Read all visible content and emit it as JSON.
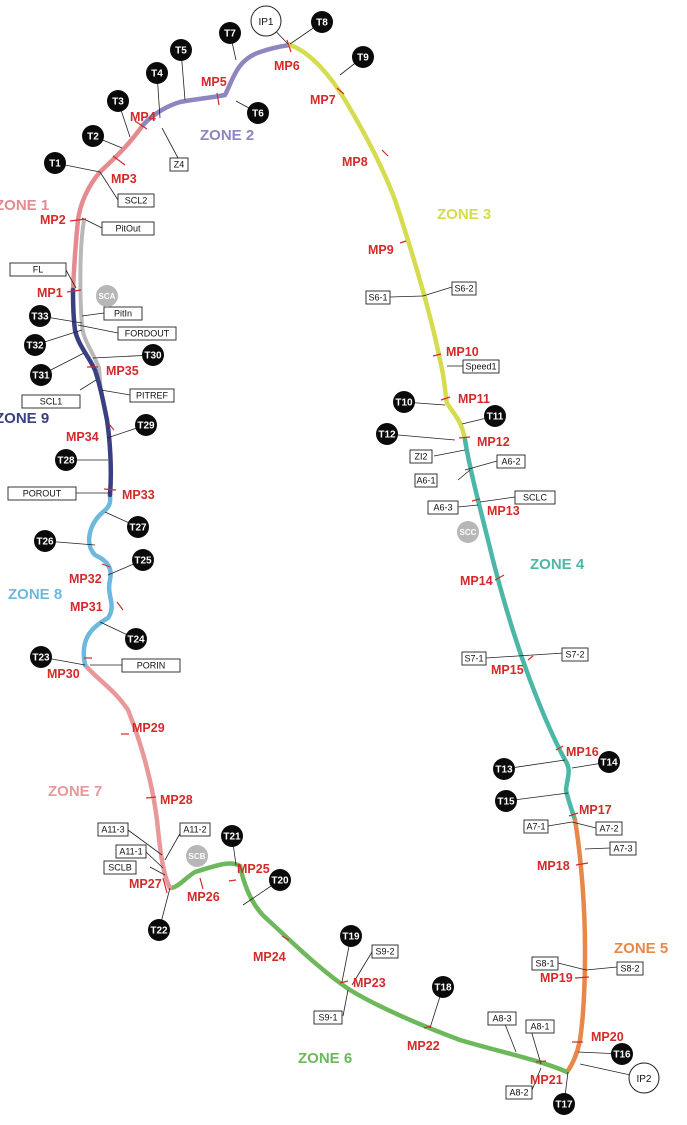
{
  "colors": {
    "zone1": "#e58a8f",
    "zone2": "#8f86bf",
    "zone3": "#d6dc4f",
    "zone4": "#4cb7a7",
    "zone5": "#e8874a",
    "zone6": "#6cb85a",
    "zone7": "#e9989a",
    "zone8": "#6db8dd",
    "zone9": "#3a3f82",
    "pitlane": "#b8b8b8",
    "marker": "#d42a2a"
  },
  "zones": [
    {
      "label": "ZONE 1"
    },
    {
      "label": "ZONE 2"
    },
    {
      "label": "ZONE 3"
    },
    {
      "label": "ZONE 4"
    },
    {
      "label": "ZONE 5"
    },
    {
      "label": "ZONE 6"
    },
    {
      "label": "ZONE 7"
    },
    {
      "label": "ZONE 8"
    },
    {
      "label": "ZONE 9"
    }
  ],
  "mini_points": [
    "MP1",
    "MP2",
    "MP3",
    "MP4",
    "MP5",
    "MP6",
    "MP7",
    "MP8",
    "MP9",
    "MP10",
    "MP11",
    "MP12",
    "MP13",
    "MP14",
    "MP15",
    "MP16",
    "MP17",
    "MP18",
    "MP19",
    "MP20",
    "MP21",
    "MP22",
    "MP23",
    "MP24",
    "MP25",
    "MP26",
    "MP27",
    "MP28",
    "MP29",
    "MP30",
    "MP31",
    "MP32",
    "MP33",
    "MP34",
    "MP35"
  ],
  "turns": [
    "T1",
    "T2",
    "T3",
    "T4",
    "T5",
    "T6",
    "T7",
    "T8",
    "T9",
    "T10",
    "T11",
    "T12",
    "T13",
    "T14",
    "T15",
    "T16",
    "T17",
    "T18",
    "T19",
    "T20",
    "T21",
    "T22",
    "T23",
    "T24",
    "T25",
    "T26",
    "T27",
    "T28",
    "T29",
    "T30",
    "T31",
    "T32",
    "T33"
  ],
  "intermediate_points": [
    "IP1",
    "IP2"
  ],
  "safety_car_lines": [
    "SCA",
    "SCC",
    "SCB"
  ],
  "timing_boxes": [
    "SCL2",
    "PitOut",
    "FL",
    "PitIn",
    "FORDOUT",
    "SCL1",
    "PITREF",
    "POROUT",
    "PORIN",
    "A11-3",
    "A11-2",
    "A11-1",
    "SCLB",
    "Z4",
    "S6-1",
    "S6-2",
    "Speed1",
    "ZI2",
    "A6-2",
    "A6-1",
    "SCLC",
    "A6-3",
    "S7-1",
    "S7-2",
    "A7-1",
    "A7-2",
    "A7-3",
    "S8-1",
    "S8-2",
    "S9-2",
    "S9-1",
    "A8-3",
    "A8-1",
    "A8-2"
  ]
}
